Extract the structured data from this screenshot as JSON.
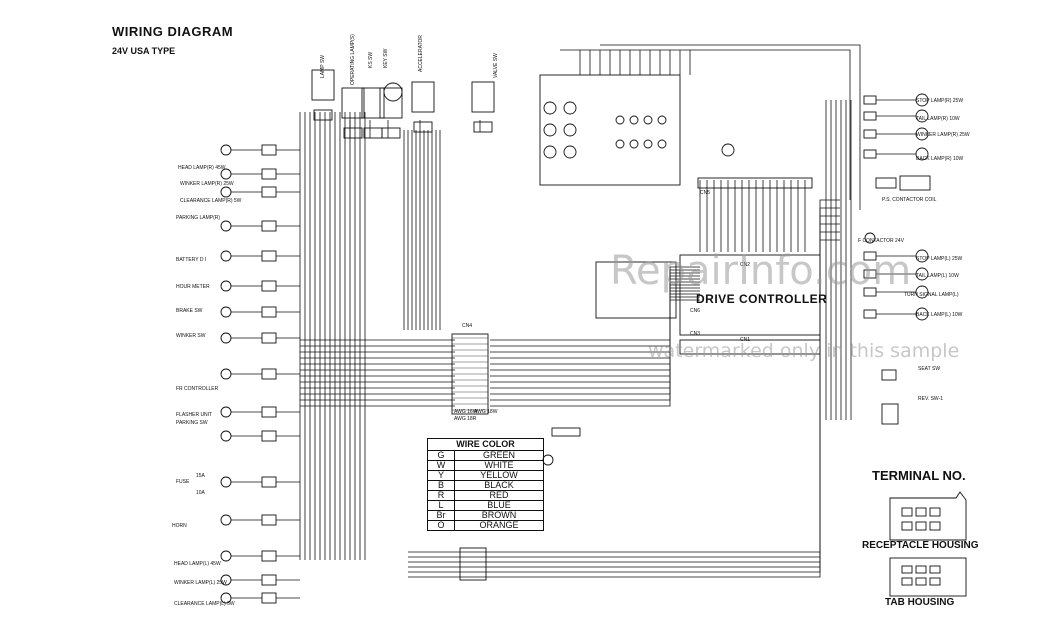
{
  "header": {
    "title": "WIRING DIAGRAM",
    "subtitle": "24V USA TYPE"
  },
  "watermark": {
    "site": "RepairInfo.com",
    "notice": "watermarked only in this sample"
  },
  "controller": {
    "label": "DRIVE CONTROLLER"
  },
  "wire_color": {
    "title": "WIRE COLOR",
    "rows": [
      {
        "code": "G",
        "name": "GREEN"
      },
      {
        "code": "W",
        "name": "WHITE"
      },
      {
        "code": "Y",
        "name": "YELLOW"
      },
      {
        "code": "B",
        "name": "BLACK"
      },
      {
        "code": "R",
        "name": "RED"
      },
      {
        "code": "L",
        "name": "BLUE"
      },
      {
        "code": "Br",
        "name": "BROWN"
      },
      {
        "code": "O",
        "name": "ORANGE"
      }
    ]
  },
  "terminal": {
    "title": "TERMINAL NO.",
    "receptacle": "RECEPTACLE HOUSING",
    "tab": "TAB HOUSING"
  },
  "left_labels": [
    "HEAD LAMP(R) 45W",
    "WINKER LAMP(R) 25W",
    "CLEARANCE LAMP(R) 5W",
    "PARKING LAMP(R)",
    "BATTERY D I",
    "HOUR METER",
    "BRAKE SW",
    "WINKER SW",
    "FR CONTROLLER",
    "FLASHER UNIT",
    "PARKING SW",
    "FUSE",
    "HORN",
    "HEAD LAMP(L) 45W",
    "WINKER LAMP(L) 25W",
    "CLEARANCE LAMP(L) 5W"
  ],
  "top_labels": [
    "LAMP SW",
    "OPERATING LAMP(S)",
    "KS SW",
    "KEY SW",
    "ACCELERATOR",
    "VALVE SW"
  ],
  "right_labels": [
    "STOP LAMP(R) 25W",
    "TAIL LAMP(R) 10W",
    "WINKER LAMP(R) 25W",
    "BACK LAMP(R) 10W",
    "P.S. CONTACTOR COIL",
    "F CONTACTOR 24V",
    "STOP LAMP(L) 25W",
    "TAIL LAMP(L) 10W",
    "TURN SIGNAL LAMP(L)",
    "BACK LAMP(L) 10W",
    "SEAT SW",
    "REV. SW-1"
  ],
  "connector_labels": [
    "CN1",
    "CN2",
    "CN3",
    "CN4",
    "CN5",
    "CN6"
  ],
  "gauge_labels": [
    "AWG 16W",
    "AWG 18R",
    "AWG 18W",
    "15A",
    "10A"
  ]
}
